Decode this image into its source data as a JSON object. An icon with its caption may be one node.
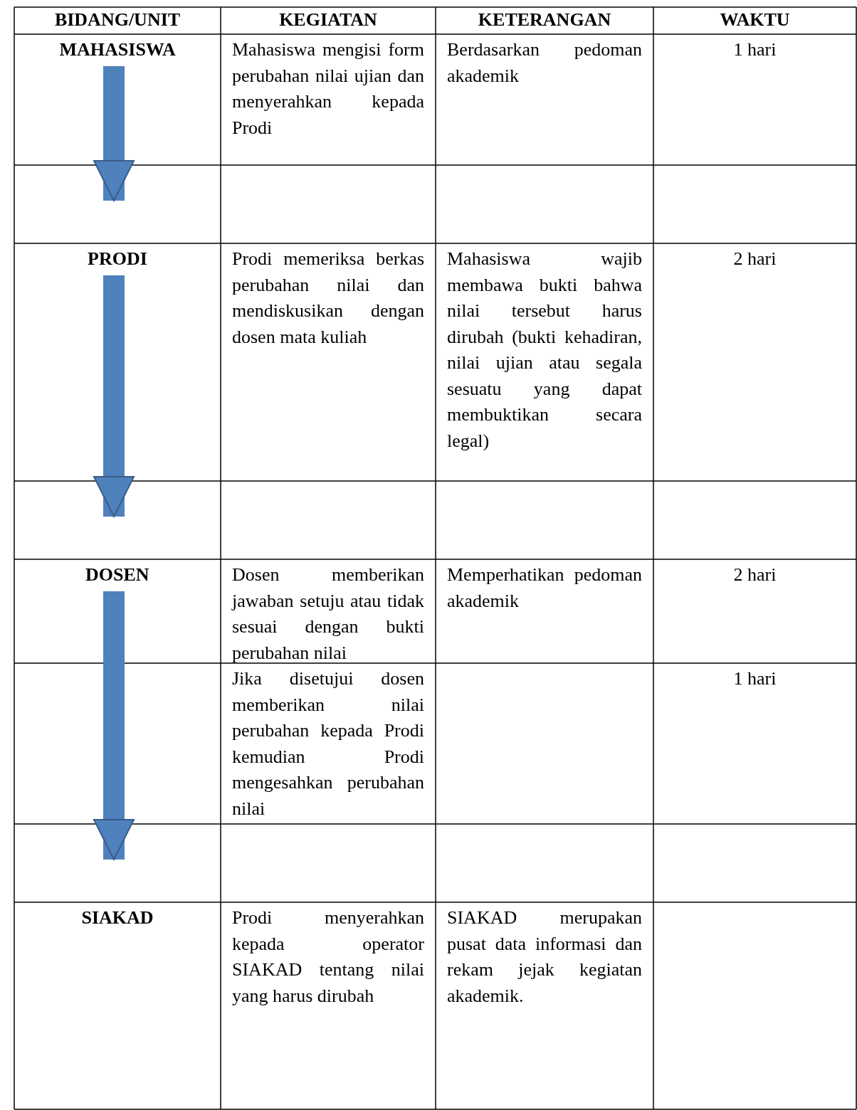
{
  "diagram": {
    "nodes": [
      {
        "text": [
          "MAHASISWA"
        ]
      },
      {
        "text": [
          "PRODI"
        ]
      },
      {
        "text": [
          "DOSEN"
        ]
      },
      {
        "text": [
          "SIAKAD"
        ]
      }
    ],
    "edges": [
      {
        "from": 0,
        "to": 1,
        "arrow": "to"
      },
      {
        "from": 1,
        "to": 2,
        "arrow": "to"
      },
      {
        "from": 2,
        "to": 3,
        "arrow": "to"
      }
    ],
    "labels": [
      "BIDANG/UNIT",
      "KEGIATAN",
      "KETERANGAN",
      "WAKTU",
      "Mahasiswa mengisi form perubahan nilai ujian dan menyerahkan kepada Prodi",
      "Berdasarkan pedoman akademik",
      "1 hari",
      "Prodi memeriksa berkas perubahan nilai dan mendiskusikan dengan dosen mata kuliah",
      "Mahasiswa wajib membawa bukti bahwa nilai tersebut harus dirubah (bukti kehadiran, nilai ujian atau segala sesuatu yang dapat membuktikan secara legal)",
      "2 hari",
      "Dosen memberikan jawaban setuju atau tidak sesuai dengan bukti perubahan nilai",
      "Memperhatikan pedoman akademik",
      "2 hari",
      "Jika disetujui dosen memberikan nilai perubahan kepada Prodi kemudian Prodi mengesahkan perubahan nilai",
      "1 hari",
      "Prodi menyerahkan kepada operator SIAKAD tentang nilai yang harus dirubah",
      "SIAKAD merupakan pusat data informasi dan rekam jejak kegiatan akademik."
    ]
  }
}
